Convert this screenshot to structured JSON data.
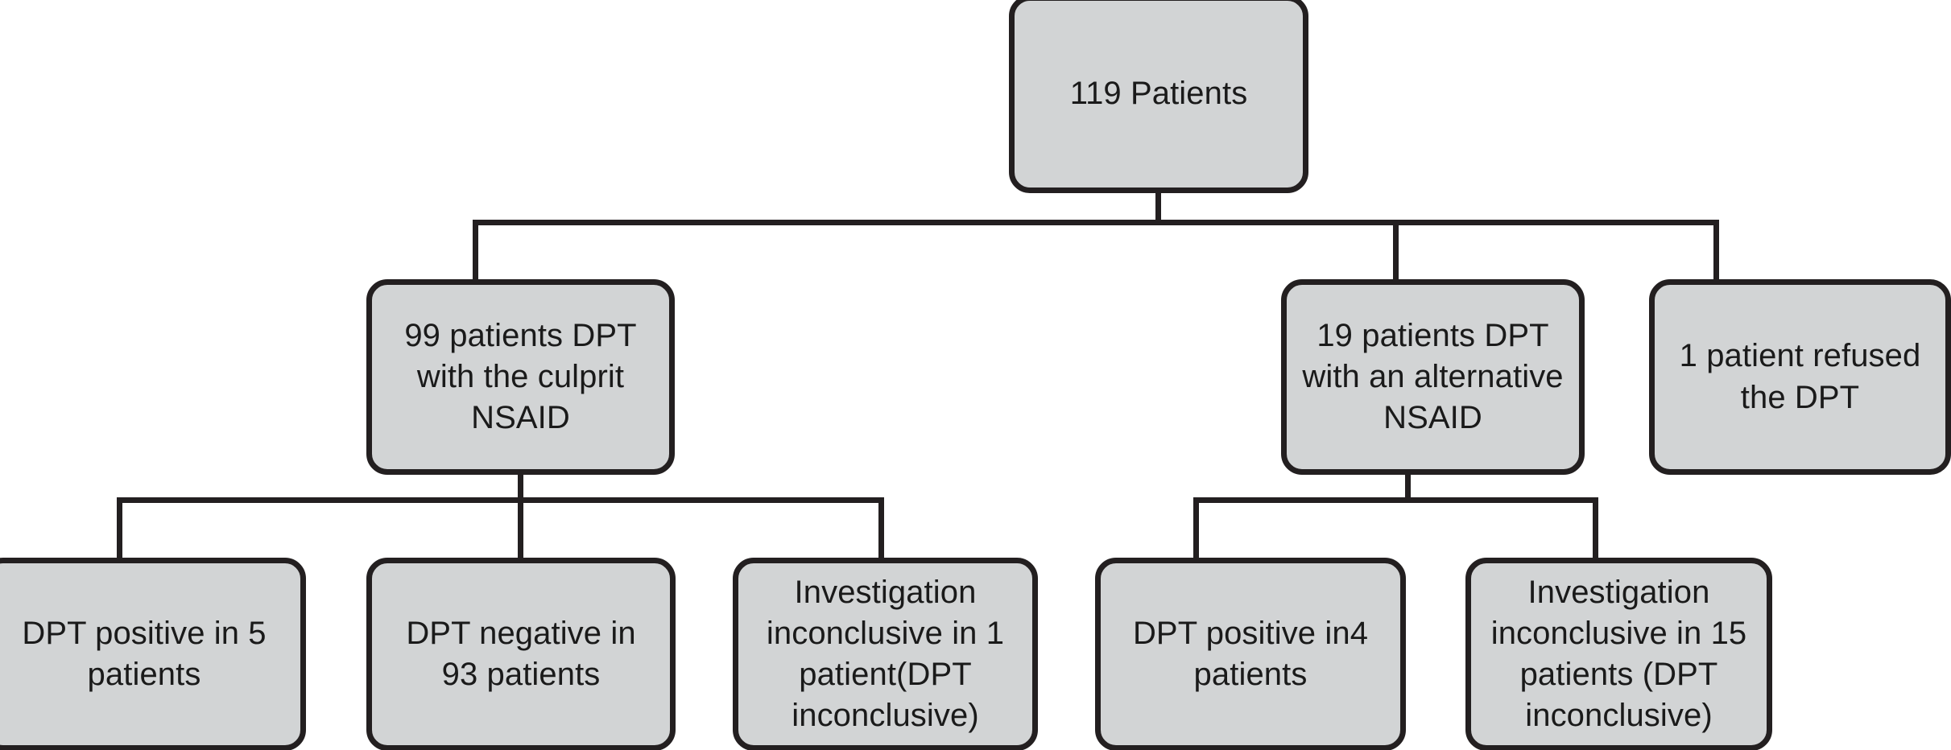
{
  "diagram": {
    "type": "flowchart",
    "orientation": "top-down",
    "title": "Drug provocation test (DPT) patient flow",
    "style": {
      "node_fill": "#d2d4d5",
      "node_border": "#231f20",
      "connector_color": "#231f20",
      "text_color": "#1a1a1a",
      "background": "#ffffff"
    },
    "nodes": {
      "root": {
        "id": "root",
        "label": "119 Patients",
        "count": 119,
        "level": 0
      },
      "culprit": {
        "id": "culprit",
        "label": "99 patients DPT with the culprit NSAID",
        "count": 99,
        "level": 1
      },
      "alternative": {
        "id": "alternative",
        "label": "19 patients DPT with an alternative NSAID",
        "count": 19,
        "level": 1
      },
      "refused": {
        "id": "refused",
        "label": "1 patient refused the DPT",
        "count": 1,
        "level": 1
      },
      "positive_5": {
        "id": "positive_5",
        "label": "DPT positive in 5 patients",
        "count": 5,
        "level": 2,
        "parent": "culprit"
      },
      "negative_93": {
        "id": "negative_93",
        "label": "DPT negative in 93 patients",
        "count": 93,
        "level": 2,
        "parent": "culprit"
      },
      "inconclusive_1": {
        "id": "inconclusive_1",
        "label": "Investigation inconclusive in 1 patient(DPT inconclusive)",
        "count": 1,
        "level": 2,
        "parent": "culprit"
      },
      "positive_4": {
        "id": "positive_4",
        "label": "DPT positive in4 patients",
        "count": 4,
        "level": 2,
        "parent": "alternative"
      },
      "inconclusive_15": {
        "id": "inconclusive_15",
        "label": "Investigation inconclusive in 15 patients (DPT inconclusive)",
        "count": 15,
        "level": 2,
        "parent": "alternative"
      }
    },
    "edges": [
      {
        "from": "root",
        "to": "culprit"
      },
      {
        "from": "root",
        "to": "alternative"
      },
      {
        "from": "root",
        "to": "refused"
      },
      {
        "from": "culprit",
        "to": "positive_5"
      },
      {
        "from": "culprit",
        "to": "negative_93"
      },
      {
        "from": "culprit",
        "to": "inconclusive_1"
      },
      {
        "from": "alternative",
        "to": "positive_4"
      },
      {
        "from": "alternative",
        "to": "inconclusive_15"
      }
    ]
  }
}
